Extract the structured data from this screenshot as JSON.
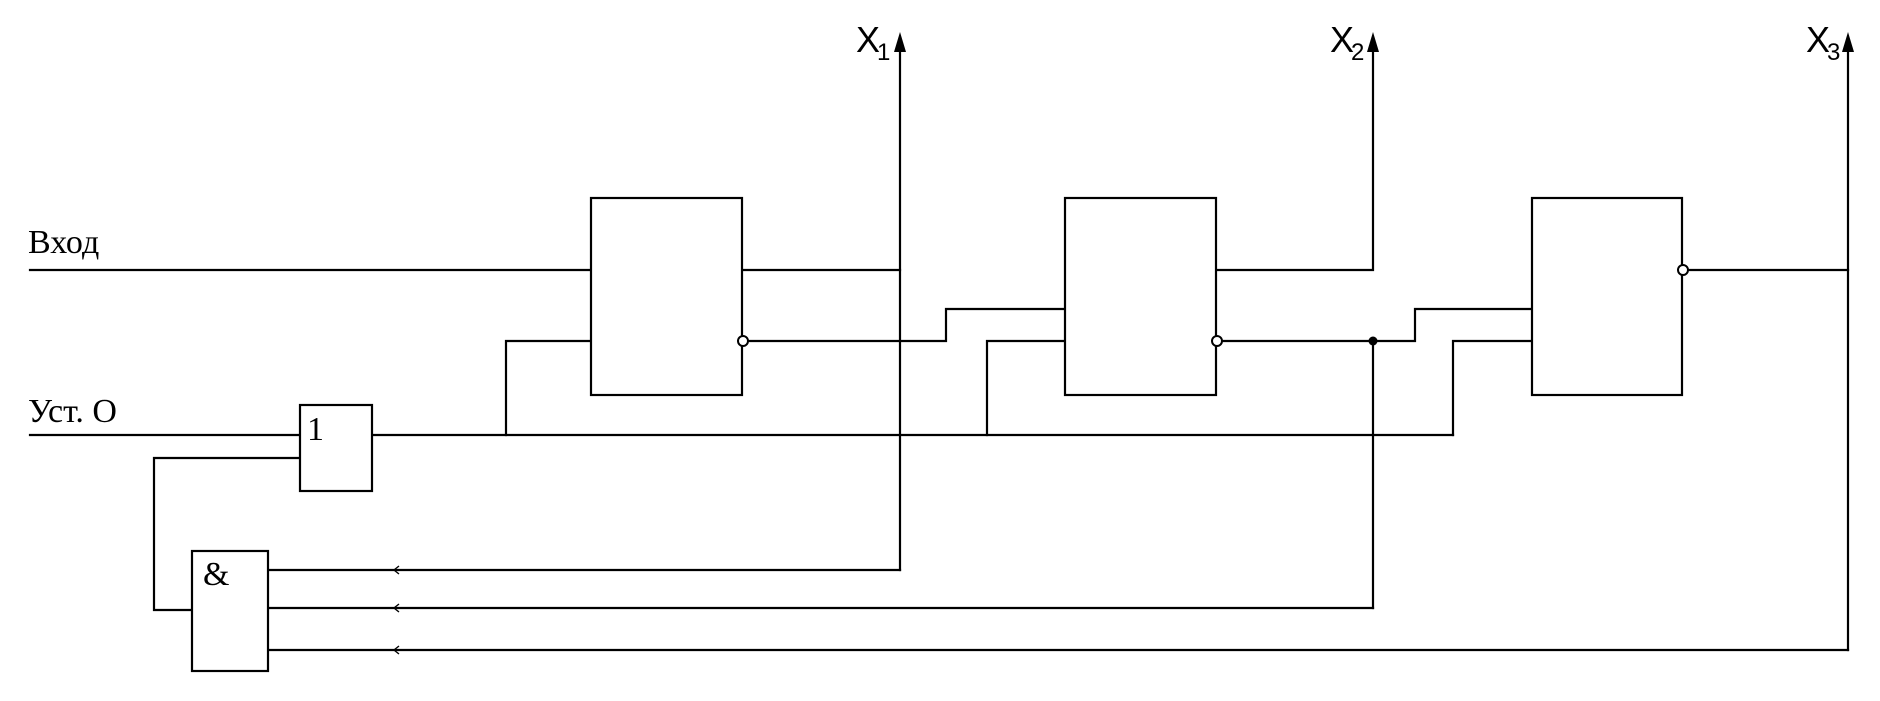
{
  "inputs": {
    "input_label": "Вход",
    "reset_label": "Уст. О"
  },
  "gates": {
    "or_symbol": "1",
    "and_symbol": "&"
  },
  "outputs": [
    {
      "base": "X",
      "sub": "1"
    },
    {
      "base": "X",
      "sub": "2"
    },
    {
      "base": "X",
      "sub": "3"
    }
  ],
  "colors": {
    "line": "#000000",
    "background": "#ffffff"
  }
}
